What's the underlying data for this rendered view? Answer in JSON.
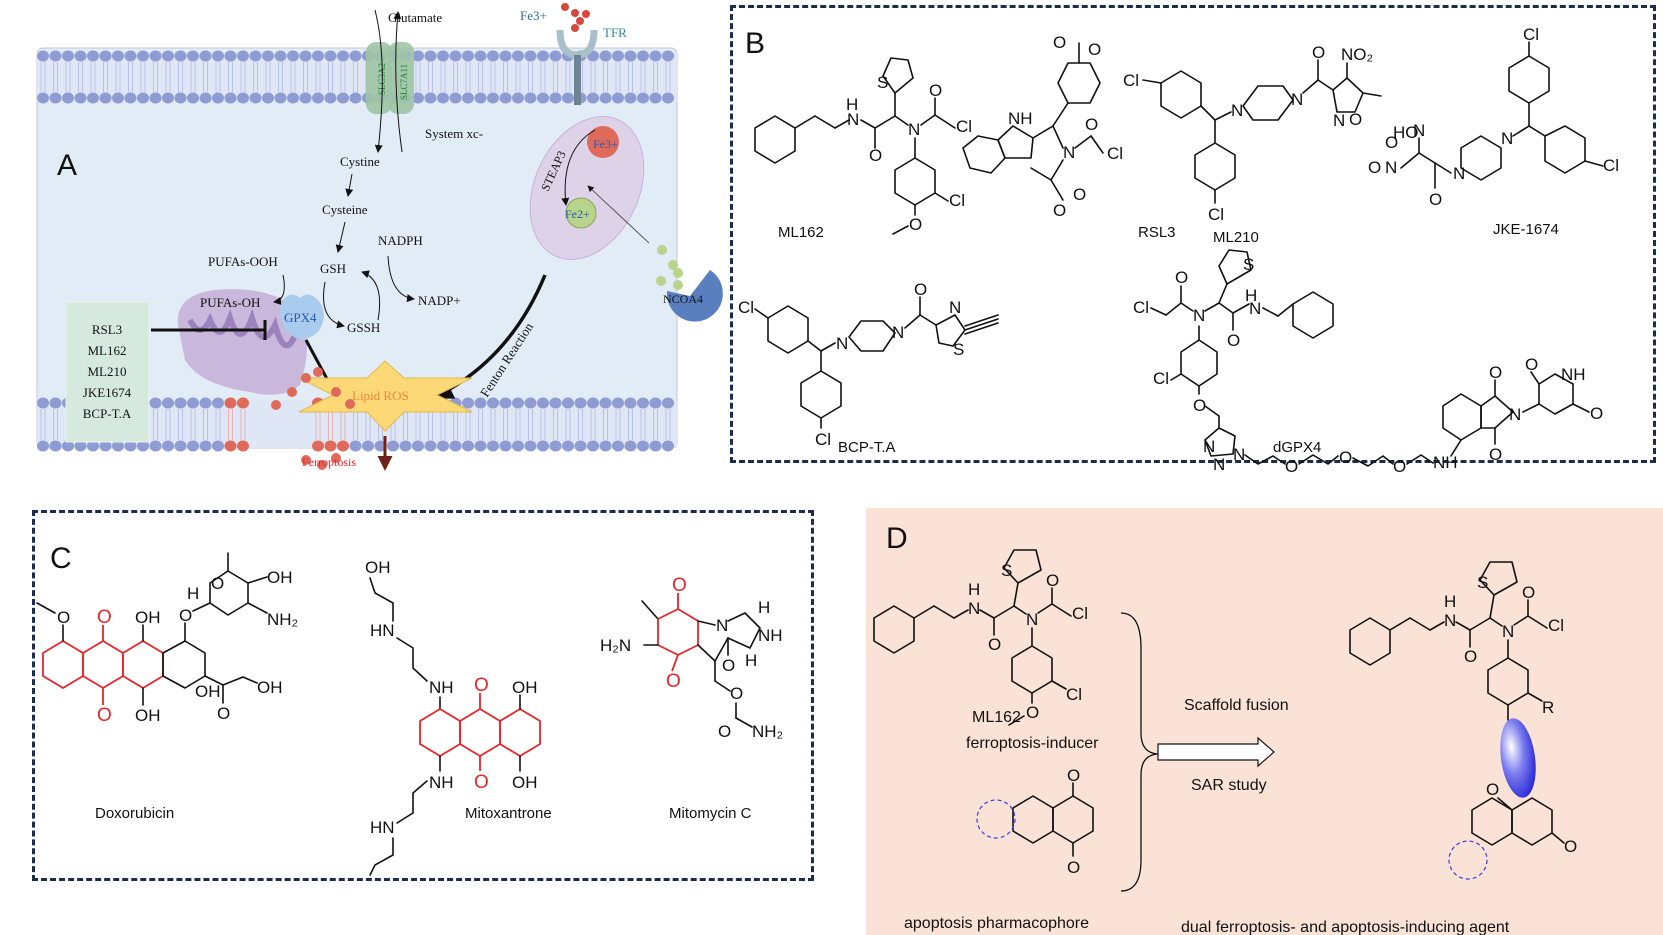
{
  "figure": {
    "panels": {
      "A": {
        "letter": "A",
        "labels": {
          "glutamate": "Glutamate",
          "fe3_out": "Fe3+",
          "tfr": "TFR",
          "slc3a2": "SLC3A2",
          "slc7a11": "SLC7A11",
          "system_xc": "System xc-",
          "cystine": "Cystine",
          "cysteine": "Cysteine",
          "nadph": "NADPH",
          "nadp": "NADP+",
          "gsh": "GSH",
          "gssh": "GSSH",
          "pufas_ooh": "PUFAs-OOH",
          "pufas_oh": "PUFAs-OH",
          "gpx4": "GPX4",
          "steap3": "STEAP3",
          "fe3_in": "Fe3+",
          "fe2": "Fe2+",
          "fenton": "Fenton Reaction",
          "ncoa4": "NCOA4",
          "lipid_ros": "Lipid ROS",
          "ferroptosis": "Ferroptosis"
        },
        "inhibitors": [
          "RSL3",
          "ML162",
          "ML210",
          "JKE1674",
          "BCP-T.A"
        ],
        "colors": {
          "cell_bg": "#e2ecf6",
          "lipid_head": "#8f9bd3",
          "ros_star": "#fdd877",
          "ros_text": "#e98a3a",
          "ferroptosis_text": "#e8252a",
          "inhibitor_box": "#d6e9df",
          "fe3": "#e06a5a",
          "fe2": "#b8d38a",
          "ncoa4": "#5a7fc0",
          "gpx4": "#a9cbee",
          "mito": "#b09ac8"
        }
      },
      "B": {
        "letter": "B",
        "compounds": [
          "ML162",
          "RSL3",
          "ML210",
          "JKE-1674",
          "BCP-T.A",
          "dGPX4"
        ]
      },
      "C": {
        "letter": "C",
        "compounds": [
          "Doxorubicin",
          "Mitoxantrone",
          "Mitomycin C"
        ]
      },
      "D": {
        "letter": "D",
        "ml162_label": "ML162",
        "ferroptosis_inducer": "ferroptosis-inducer",
        "apoptosis_pharmacophore": "apoptosis pharmacophore",
        "arrow_top": "Scaffold fusion",
        "arrow_bottom": "SAR study",
        "result": "dual ferroptosis- and apoptosis-inducing agent",
        "r_group": "R",
        "colors": {
          "bg": "#fae3d6",
          "linker": "#3a3ae8"
        }
      }
    },
    "atoms": {
      "O": "O",
      "N": "N",
      "S": "S",
      "Cl": "Cl",
      "H": "H",
      "NH": "NH",
      "HN": "HN",
      "OH": "OH",
      "NH2": "NH₂",
      "H2N": "H₂N",
      "NO2": "NO₂",
      "HO": "HO"
    }
  }
}
